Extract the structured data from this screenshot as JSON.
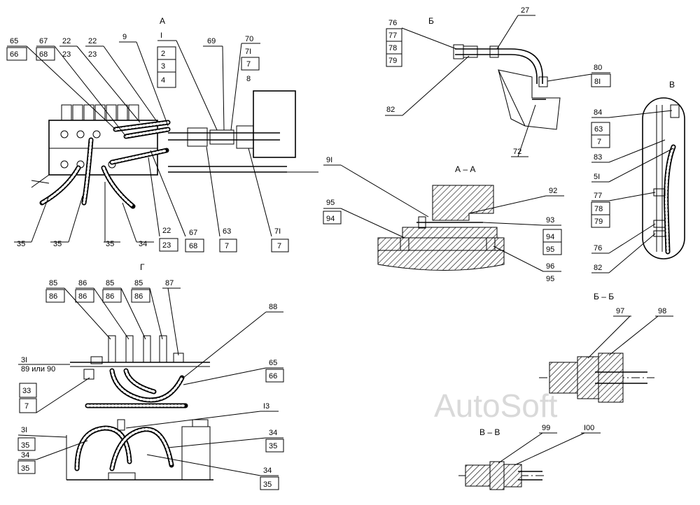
{
  "views": {
    "a": "А",
    "b": "Б",
    "v": "В",
    "g": "Г",
    "section_aa": "А – А",
    "section_bb": "Б – Б",
    "section_vv": "В – В"
  },
  "labels": {
    "l65": "65",
    "l66": "66",
    "l67": "67",
    "l68": "68",
    "l22a": "22",
    "l23a": "23",
    "l22b": "22",
    "l23b": "23",
    "l9": "9",
    "lI": "I",
    "l2": "2",
    "l3": "3",
    "l4": "4",
    "l69": "69",
    "l70": "70",
    "l71": "7I",
    "l7": "7",
    "l8": "8",
    "l35a": "35",
    "l35b": "35",
    "l35c": "35",
    "l34": "34",
    "l22c": "22",
    "l23c": "23",
    "l67b": "67",
    "l68b": "68",
    "l63": "63",
    "l7b": "7",
    "l71b": "7I",
    "l7c": "7",
    "b76": "76",
    "b77": "77",
    "b78": "78",
    "b79": "79",
    "b27": "27",
    "b80": "80",
    "b81": "8I",
    "b82": "82",
    "b72": "72",
    "v84": "84",
    "v63": "63",
    "v7": "7",
    "v83": "83",
    "v51": "5I",
    "v77": "77",
    "v78": "78",
    "v79": "79",
    "v76": "76",
    "v82": "82",
    "aa91": "9I",
    "aa92": "92",
    "aa95": "95",
    "aa94": "94",
    "aa93": "93",
    "aa94b": "94",
    "aa95b": "95",
    "aa96": "96",
    "aa95c": "95",
    "g85a": "85",
    "g86a": "86",
    "g86b": "86",
    "g86c": "86",
    "g85b": "85",
    "g86d": "86",
    "g85c": "85",
    "g86e": "86",
    "g87": "87",
    "g88": "88",
    "g31": "3I",
    "g8990": "89 или 90",
    "g65": "65",
    "g66": "66",
    "g33": "33",
    "g7": "7",
    "g13": "I3",
    "g31b": "3I",
    "g35": "35",
    "g34": "34",
    "g35b": "35",
    "g34b": "34",
    "g35c": "35",
    "g34c": "34",
    "g35d": "35",
    "bb97": "97",
    "bb98": "98",
    "vv99": "99",
    "vv100": "I00"
  },
  "watermark": "AutoSoft"
}
